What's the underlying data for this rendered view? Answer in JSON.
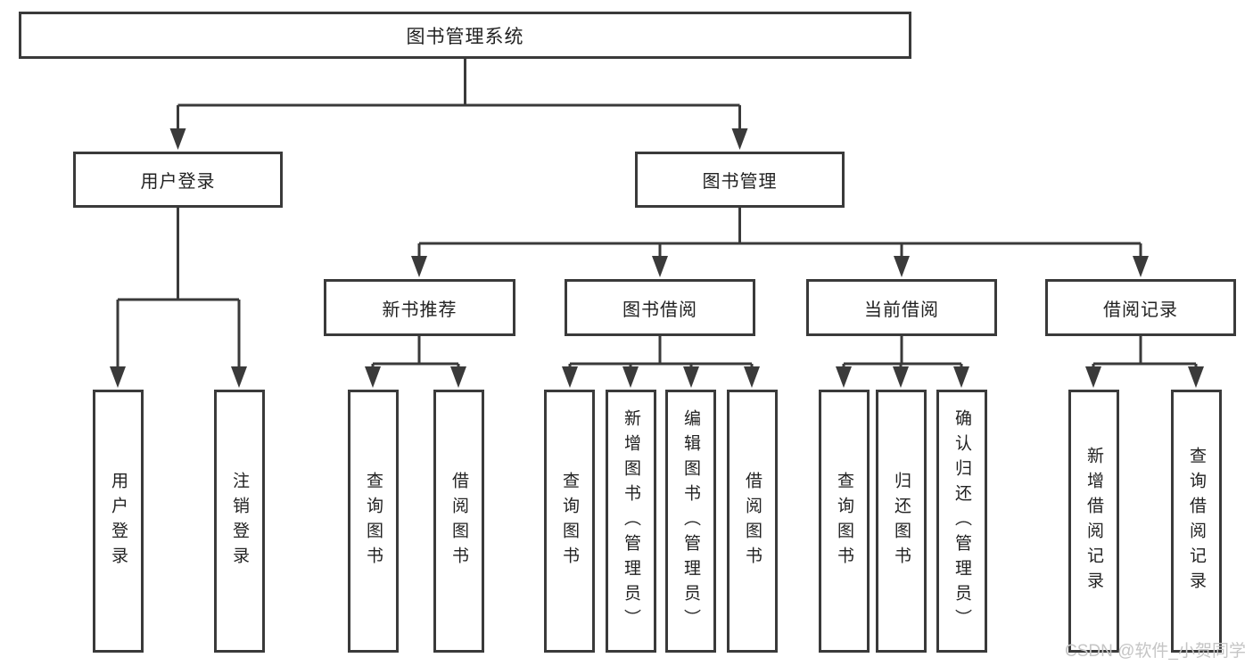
{
  "tree": {
    "label": "图书管理系统",
    "children": [
      {
        "label": "用户登录",
        "children": [
          {
            "label": "用户登录"
          },
          {
            "label": "注销登录"
          }
        ]
      },
      {
        "label": "图书管理",
        "children": [
          {
            "label": "新书推荐",
            "children": [
              {
                "label": "查询图书"
              },
              {
                "label": "借阅图书"
              }
            ]
          },
          {
            "label": "图书借阅",
            "children": [
              {
                "label": "查询图书"
              },
              {
                "label": "新增图书（管理员）"
              },
              {
                "label": "编辑图书（管理员）"
              },
              {
                "label": "借阅图书"
              }
            ]
          },
          {
            "label": "当前借阅",
            "children": [
              {
                "label": "查询图书"
              },
              {
                "label": "归还图书"
              },
              {
                "label": "确认归还（管理员）"
              }
            ]
          },
          {
            "label": "借阅记录",
            "children": [
              {
                "label": "新增借阅记录"
              },
              {
                "label": "查询借阅记录"
              }
            ]
          }
        ]
      }
    ]
  },
  "watermark": {
    "text": "CSDN @软件_小贺同学"
  },
  "colors": {
    "line": "#3a3a3a",
    "text": "#222222",
    "watermark": "#c5c5c5",
    "background": "#ffffff"
  }
}
